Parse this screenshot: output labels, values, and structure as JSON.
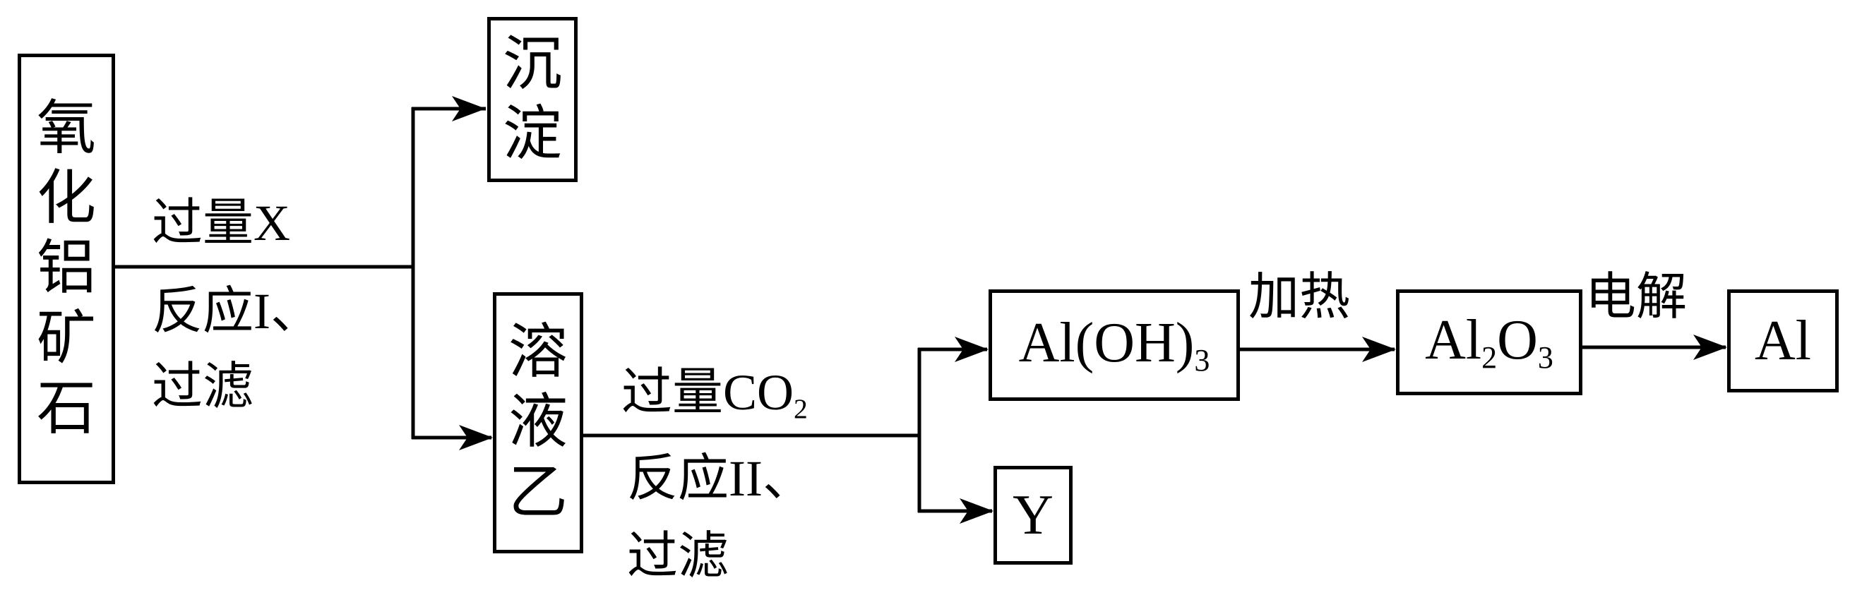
{
  "nodes": {
    "ore": [
      "氧",
      "化",
      "铝",
      "矿",
      "石"
    ],
    "precipitate": [
      "沉",
      "淀"
    ],
    "solution": [
      "溶",
      "液",
      "乙"
    ],
    "aloh3": {
      "main": "Al(OH)",
      "sub": "3"
    },
    "y": "Y",
    "al2o3": {
      "a": "Al",
      "sub1": "2",
      "b": "O",
      "sub2": "3"
    },
    "al": "Al"
  },
  "labels": {
    "step1_top": "过量X",
    "step1_mid": "反应I、",
    "step1_bot": "过滤",
    "step2_top_main": "过量CO",
    "step2_top_sub": "2",
    "step2_mid": "反应II、",
    "step2_bot": "过滤",
    "heat": "加热",
    "electrolysis": "电解"
  }
}
